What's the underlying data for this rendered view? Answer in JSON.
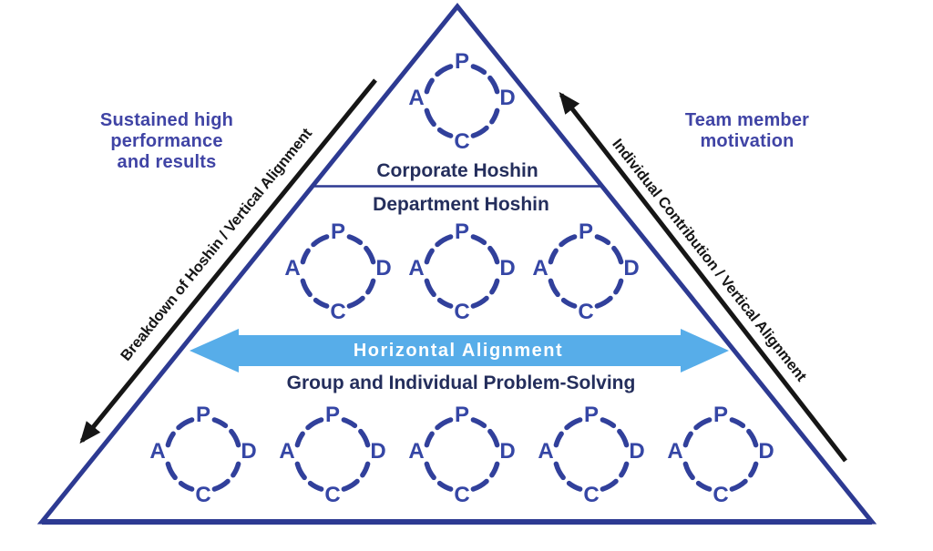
{
  "pdca": {
    "plan": "P",
    "do": "D",
    "check": "C",
    "act": "A"
  },
  "levels": {
    "corporate": {
      "label": "Corporate Hoshin",
      "cycles": 1
    },
    "department": {
      "label": "Department Hoshin",
      "cycles": 3
    },
    "group": {
      "label": "Group and Individual Problem-Solving",
      "cycles": 5
    }
  },
  "annotations": {
    "left_outcome": "Sustained high\nperformance\nand results",
    "right_outcome": "Team member\nmotivation",
    "left_arrow_label": "Breakdown of Hoshin / Vertical Alignment",
    "right_arrow_label": "Individual Contribution / Vertical Alignment",
    "horizontal_arrow_label": "Horizontal Alignment"
  },
  "colors": {
    "triangle_blue": "#2d3a92",
    "pdca_blue": "#31409b",
    "pdca_letter_blue": "#3546a5",
    "navy_text": "#242e5c",
    "side_text_blue": "#4044a5",
    "horizontal_arrow_blue": "#57ade9",
    "arrow_black": "#161616"
  }
}
